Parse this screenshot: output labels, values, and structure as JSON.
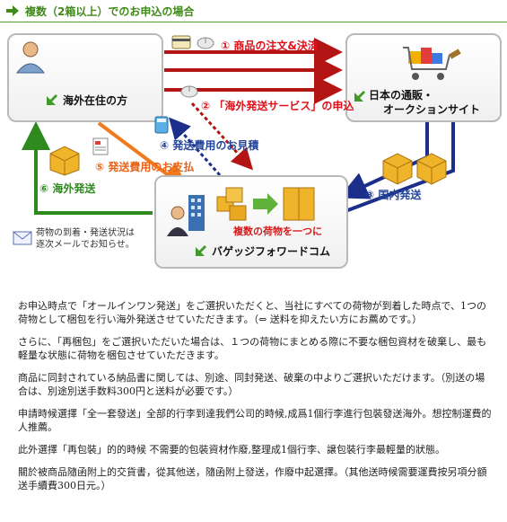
{
  "header": {
    "title": "複数（2箱以上）でのお申込の場合"
  },
  "diagram": {
    "customer": {
      "label": "海外在住の方"
    },
    "shop": {
      "label_line1": "日本の通販・",
      "label_line2": "オークションサイト"
    },
    "forwarder": {
      "label": "バゲッジフォワードコム",
      "combine_caption": "複数の荷物を一つに"
    },
    "steps": {
      "s1": "① 商品の注文&決済",
      "s2": "② 「海外発送サービス」の申込",
      "s3": "③ 国内発送",
      "s4": "④ 発送費用のお見積",
      "s5": "⑤ 発送費用のお支払",
      "s6": "⑥ 海外発送"
    },
    "note": {
      "line1": "荷物の到着・発送状況は",
      "line2": "逐次メールでお知らせ。"
    },
    "colors": {
      "red": "#b31414",
      "navy": "#1b2f8a",
      "orange": "#f07a1c",
      "green": "#2f8a1e",
      "box_border": "#b9b9b9"
    }
  },
  "body_text": {
    "p1": "お申込時点で「オールインワン発送」をご選択いただくと、当社にすべての荷物が到着した時点で、1つの荷物として梱包を行い海外発送させていただきます。（⇔ 送料を抑えたい方にお薦めです。）",
    "p2": "さらに、「再梱包」をご選択いただいた場合は、１つの荷物にまとめる際に不要な梱包資材を破棄し、最も軽量な状態に荷物を梱包させていただきます。",
    "p3": "商品に同封されている納品書に関しては、別途、同封発送、破棄の中よりご選択いただけます。（別送の場合は、別途別送手数料300円と送料が必要です。）",
    "p4": "申請時候選擇「全一套發送」全部的行李到達我們公司的時候,成爲1個行李進行包裝發送海外。想控制運費的人推薦。",
    "p5": "此外選擇「再包裝」的的時候 不需要的包裝資材作廢,整理成1個行李、譲包裝行李最輕量的狀態。",
    "p6": "關於被商品隨函附上的交貨書，從其他送，隨函附上發送，作廢中起選擇。（其他送時候需要運費按另項分額送手續費300日元。）"
  }
}
